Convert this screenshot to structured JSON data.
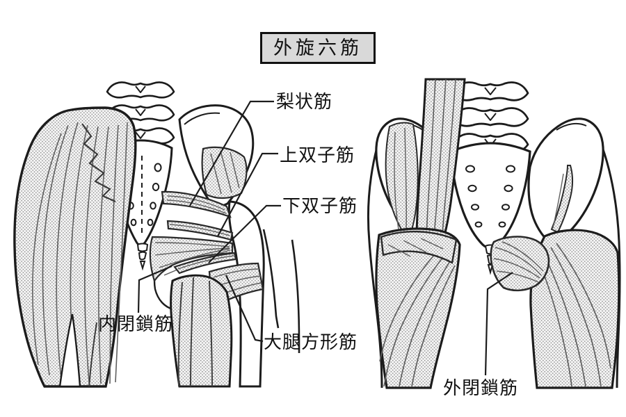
{
  "figure": {
    "title": "外旋六筋",
    "labels": {
      "piriformis": "梨状筋",
      "gemellus_superior": "上双子筋",
      "gemellus_inferior": "下双子筋",
      "obturator_internus": "内閉鎖筋",
      "quadratus_femoris": "大腿方形筋",
      "obturator_externus": "外閉鎖筋"
    },
    "colors": {
      "background": "#ffffff",
      "outline": "#1c1c1c",
      "fiber_line": "#5f5f5f",
      "stipple_dot": "#8b8b8b",
      "title_box_bg": "#d9d9d9",
      "title_box_border": "#111111"
    }
  }
}
